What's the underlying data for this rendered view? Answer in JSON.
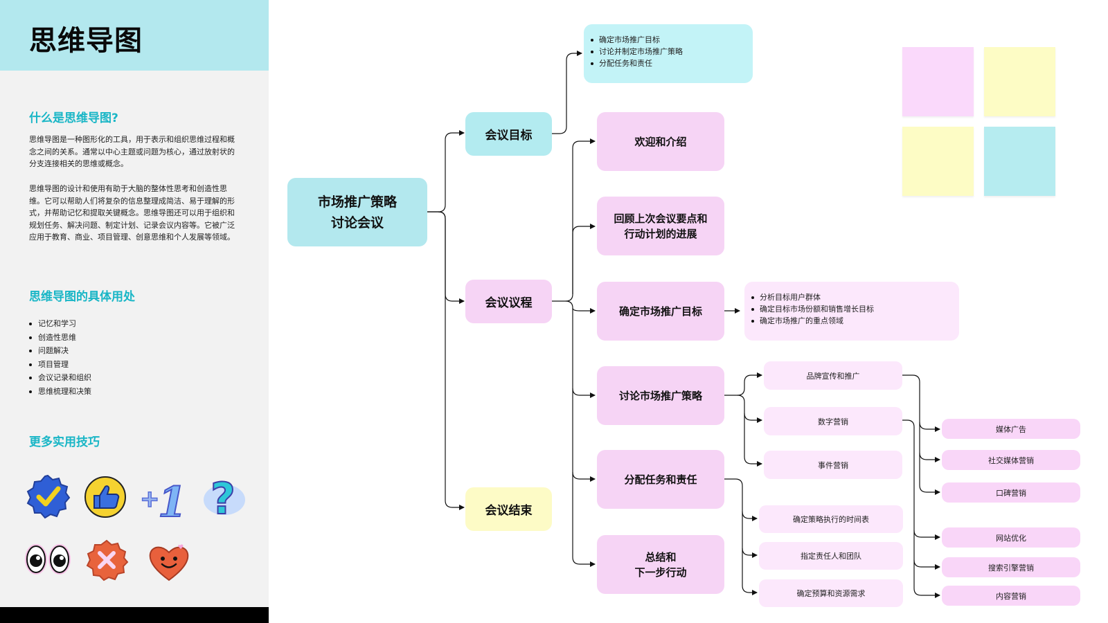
{
  "sidebar": {
    "title": "思维导图",
    "what_heading": "什么是思维导图?",
    "what_para1": "思维导图是一种图形化的工具，用于表示和组织思维过程和概念之间的关系。通常以中心主题或问题为核心，通过放射状的分支连接相关的思维或概念。",
    "what_para2": "思维导图的设计和使用有助于大脑的整体性思考和创造性思维。它可以帮助人们将复杂的信息整理成简洁、易于理解的形式，并帮助记忆和提取关键概念。思维导图还可以用于组织和规划任务、解决问题、制定计划、记录会议内容等。它被广泛应用于教育、商业、项目管理、创意思维和个人发展等领域。",
    "uses_heading": "思维导图的具体用处",
    "uses": [
      "记忆和学习",
      "创造性思维",
      "问题解决",
      "项目管理",
      "会议记录和组织",
      "思维梳理和决策"
    ],
    "tips_heading": "更多实用技巧",
    "stickers": [
      "check-badge-icon",
      "thumbs-up-icon",
      "plus-one-icon",
      "question-mark-icon",
      "eyes-icon",
      "x-badge-icon",
      "smiling-heart-icon"
    ]
  },
  "mindmap": {
    "root": {
      "line1": "市场推广策略",
      "line2": "讨论会议"
    },
    "goal": {
      "label": "会议目标",
      "notes": [
        "确定市场推广目标",
        "讨论并制定市场推广策略",
        "分配任务和责任"
      ]
    },
    "agenda": {
      "label": "会议议程",
      "items": {
        "welcome": "欢迎和介绍",
        "review_line1": "回顾上次会议要点和",
        "review_line2": "行动计划的进展",
        "targets": "确定市场推广目标",
        "strategy": "讨论市场推广策略",
        "assign": "分配任务和责任",
        "summary_line1": "总结和",
        "summary_line2": "下一步行动"
      },
      "target_notes": [
        "分析目标用户群体",
        "确定目标市场份额和销售增长目标",
        "确定市场推广的重点领域"
      ],
      "strategy_children": [
        "品牌宣传和推广",
        "数字营销",
        "事件营销"
      ],
      "brand_children": [
        "媒体广告",
        "社交媒体营销",
        "口碑营销"
      ],
      "digital_children": [
        "网站优化",
        "搜索引擎营销",
        "内容营销"
      ],
      "assign_children": [
        "确定策略执行的时间表",
        "指定责任人和团队",
        "确定预算和资源需求"
      ]
    },
    "end": {
      "label": "会议结束"
    }
  },
  "colors": {
    "cyan": "#b3ebf0",
    "pink": "#f6d4f5",
    "yellow": "#fdfbc6",
    "accent_text": "#19b6c6",
    "sticky_pink": "#fad9fb",
    "sticky_yellow": "#fdfcc5",
    "sticky_cyan": "#b6ecf0"
  }
}
